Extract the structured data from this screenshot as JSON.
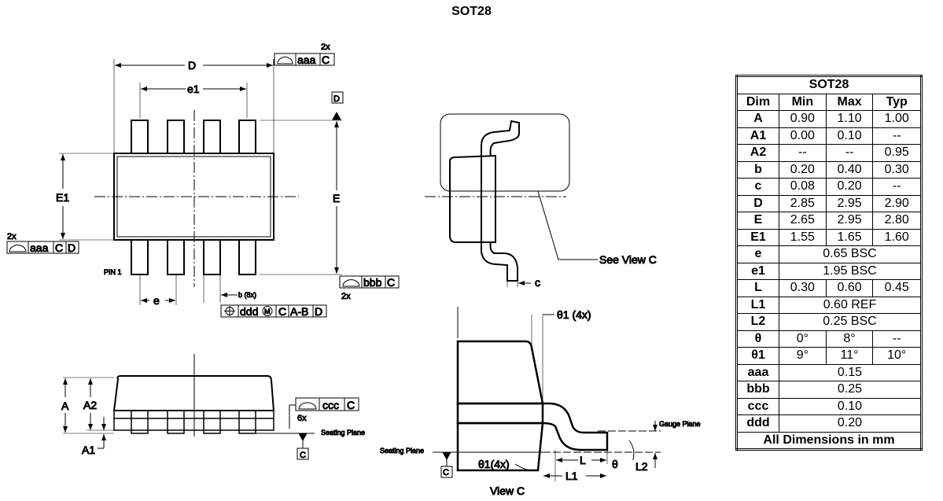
{
  "title": "SOT28",
  "labels": {
    "D": "D",
    "e1": "e1",
    "E1": "E1",
    "E": "E",
    "e": "e",
    "b": "b (8x)",
    "pin1": "PIN 1",
    "twox_top": "2x",
    "twox_left": "2x",
    "twox_right": "2x",
    "sixx": "6x",
    "aaa": "aaa",
    "bbb": "bbb",
    "ccc": "ccc",
    "ddd": "ddd",
    "C": "C",
    "Dref": "D",
    "AB": "A-B",
    "M": "M",
    "A": "A",
    "A2": "A2",
    "A1": "A1",
    "seating_plane": "Seating Plane",
    "gauge_plane": "Gauge Plane",
    "see_view_c": "See View C",
    "c": "c",
    "theta1_top": "θ1 (4x)",
    "theta1_bottom": "θ1(4x)",
    "L": "L",
    "L1": "L1",
    "L2": "L2",
    "theta": "θ",
    "view_c": "View C"
  },
  "table": {
    "title": "SOT28",
    "headers": [
      "Dim",
      "Min",
      "Max",
      "Typ"
    ],
    "rows": [
      {
        "dim": "A",
        "min": "0.90",
        "max": "1.10",
        "typ": "1.00"
      },
      {
        "dim": "A1",
        "min": "0.00",
        "max": "0.10",
        "typ": "--"
      },
      {
        "dim": "A2",
        "min": "--",
        "max": "--",
        "typ": "0.95"
      },
      {
        "dim": "b",
        "min": "0.20",
        "max": "0.40",
        "typ": "0.30"
      },
      {
        "dim": "c",
        "min": "0.08",
        "max": "0.20",
        "typ": "--"
      },
      {
        "dim": "D",
        "min": "2.85",
        "max": "2.95",
        "typ": "2.90"
      },
      {
        "dim": "E",
        "min": "2.65",
        "max": "2.95",
        "typ": "2.80"
      },
      {
        "dim": "E1",
        "min": "1.55",
        "max": "1.65",
        "typ": "1.60"
      },
      {
        "dim": "e",
        "span": "0.65 BSC"
      },
      {
        "dim": "e1",
        "span": "1.95 BSC"
      },
      {
        "dim": "L",
        "min": "0.30",
        "max": "0.60",
        "typ": "0.45"
      },
      {
        "dim": "L1",
        "span": "0.60 REF"
      },
      {
        "dim": "L2",
        "span": "0.25 BSC"
      },
      {
        "dim": "θ",
        "min": "0°",
        "max": "8°",
        "typ": "--"
      },
      {
        "dim": "θ1",
        "min": "9°",
        "max": "11°",
        "typ": "10°"
      },
      {
        "dim": "aaa",
        "span": "0.15"
      },
      {
        "dim": "bbb",
        "span": "0.25"
      },
      {
        "dim": "ccc",
        "span": "0.10"
      },
      {
        "dim": "ddd",
        "span": "0.20"
      }
    ],
    "footer": "All Dimensions in mm"
  }
}
